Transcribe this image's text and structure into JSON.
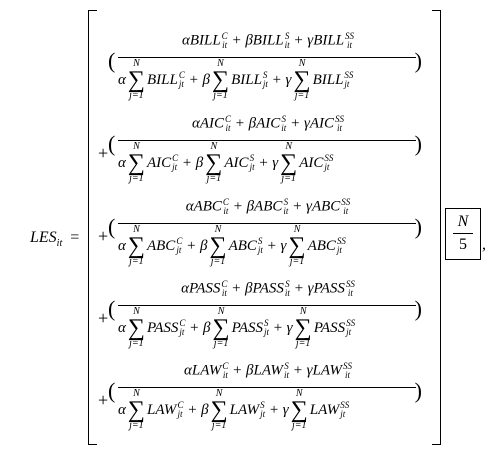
{
  "equation": {
    "lhs": "LES",
    "lhs_subscript": "it",
    "equals": "=",
    "terms": [
      {
        "var": "BILL",
        "leading_plus": ""
      },
      {
        "var": "AIC",
        "leading_plus": "+"
      },
      {
        "var": "ABC",
        "leading_plus": "+"
      },
      {
        "var": "PASS",
        "leading_plus": "+"
      },
      {
        "var": "LAW",
        "leading_plus": "+"
      }
    ],
    "weights": [
      "α",
      "β",
      "γ"
    ],
    "superscripts": [
      "C",
      "S",
      "SS"
    ],
    "numerator_subscript": "it",
    "denominator_subscript": "jt",
    "sum_upper": "N",
    "sum_lower": "j=1",
    "scale_numerator": "N",
    "scale_denominator": "5",
    "trailing": ","
  }
}
